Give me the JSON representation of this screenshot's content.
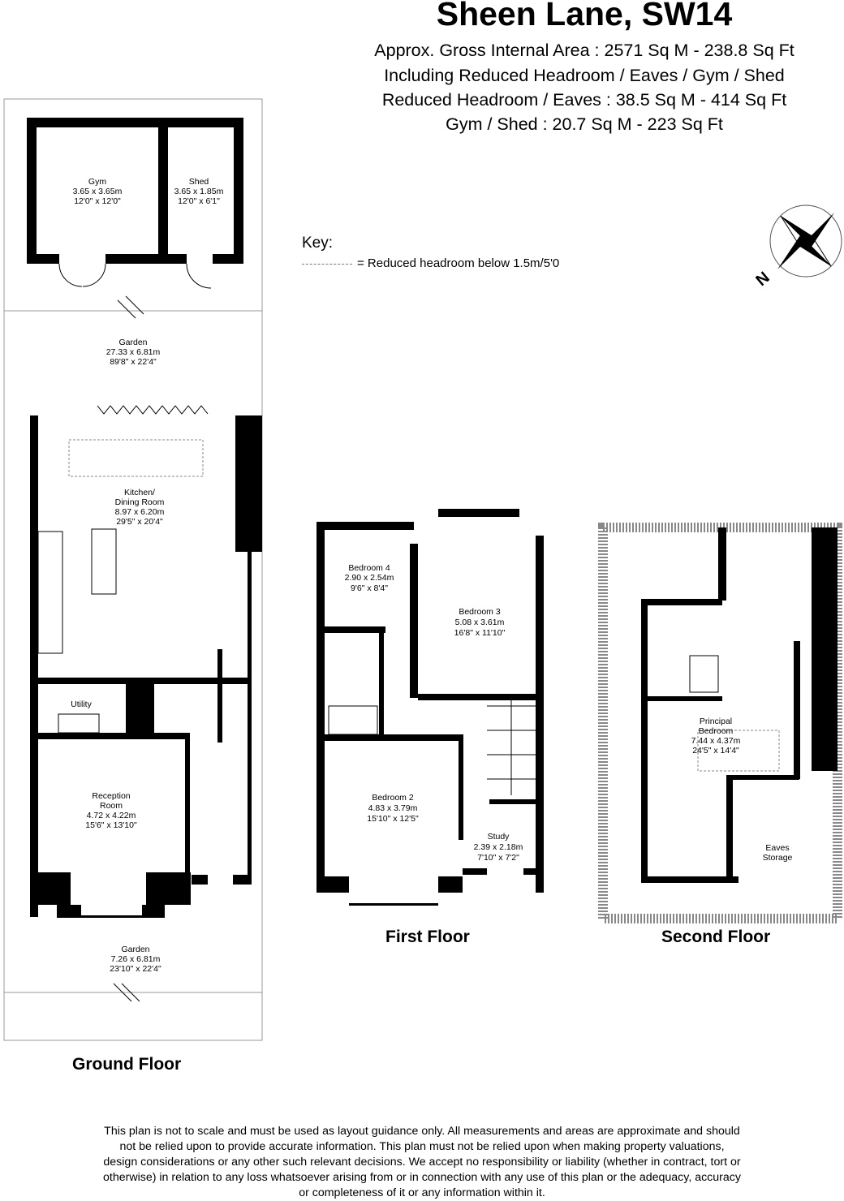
{
  "header": {
    "title": "Sheen Lane, SW14",
    "lines": [
      "Approx. Gross Internal Area : 2571 Sq M - 238.8 Sq Ft",
      "Including Reduced Headroom / Eaves / Gym / Shed",
      "Reduced Headroom / Eaves : 38.5 Sq M -  414 Sq Ft",
      "Gym / Shed : 20.7 Sq M -  223 Sq Ft"
    ]
  },
  "key": {
    "title": "Key:",
    "entry": "= Reduced headroom below 1.5m/5'0"
  },
  "compass": {
    "label": "N",
    "icon": "compass-rose-icon"
  },
  "floors": {
    "ground": {
      "label": "Ground Floor",
      "rooms": {
        "gym": [
          "Gym",
          "3.65 x 3.65m",
          "12'0\" x 12'0\""
        ],
        "shed": [
          "Shed",
          "3.65 x 1.85m",
          "12'0\" x 6'1\""
        ],
        "garden_rear": [
          "Garden",
          "27.33 x 6.81m",
          "89'8\" x 22'4\""
        ],
        "kitchen": [
          "Kitchen/",
          "Dining Room",
          "8.97 x 6.20m",
          "29'5\" x 20'4\""
        ],
        "utility": [
          "Utility"
        ],
        "reception": [
          "Reception",
          "Room",
          "4.72 x 4.22m",
          "15'6\" x 13'10\""
        ],
        "garden_front": [
          "Garden",
          "7.26 x 6.81m",
          "23'10\" x 22'4\""
        ]
      }
    },
    "first": {
      "label": "First Floor",
      "rooms": {
        "bedroom4": [
          "Bedroom 4",
          "2.90 x 2.54m",
          "9'6\" x 8'4\""
        ],
        "bedroom3": [
          "Bedroom 3",
          "5.08 x 3.61m",
          "16'8\" x 11'10\""
        ],
        "bedroom2": [
          "Bedroom 2",
          "4.83 x 3.79m",
          "15'10\" x 12'5\""
        ],
        "study": [
          "Study",
          "2.39 x 2.18m",
          "7'10\" x 7'2\""
        ]
      }
    },
    "second": {
      "label": "Second Floor",
      "rooms": {
        "principal": [
          "Principal",
          "Bedroom",
          "7.44 x 4.37m",
          "24'5\" x 14'4\""
        ],
        "eaves": [
          "Eaves",
          "Storage"
        ]
      }
    }
  },
  "disclaimer": [
    "This plan is not to scale and must be used as layout guidance only. All measurements and areas are approximate and should",
    "not be relied upon to provide accurate information. This plan must not be relied upon when making property valuations,",
    "design considerations or any other such relevant decisions. We accept no responsibility or liability (whether in contract, tort or",
    "otherwise) in relation to any loss whatsoever arising from or in connection with any use of this plan or the adequacy, accuracy",
    "or completeness of it or any information within it."
  ]
}
